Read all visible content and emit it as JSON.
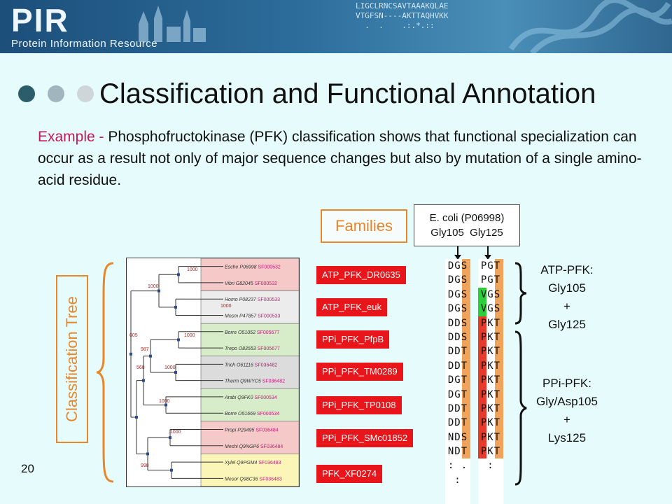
{
  "header": {
    "logo": "PIR",
    "logo_sub": "Protein Information Resource",
    "seq_lines": [
      "LIGCLRNCSAVTAAAKQLAE",
      "VTGFSN----AKTTAQHVKK",
      "  .  .    .:.*.::"
    ]
  },
  "title": "Classification and Functional Annotation",
  "intro": {
    "example_label": "Example - ",
    "text": "Phosphofructokinase (PFK) classification shows that functional specialization can occur as a result not only of major sequence changes but also by mutation of a single amino-acid residue."
  },
  "tree_label": "Classification Tree",
  "families_label": "Families",
  "ecoli": {
    "line1": "E. coli (P06998)",
    "line2": "Gly105  Gly125"
  },
  "families": [
    "ATP_PFK_DR0635",
    "ATP_PFK_euk",
    "PPi_PFK_PfpB",
    "PPi_PFK_TM0289",
    "PPi_PFK_TP0108",
    "PPi_PFK_SMc01852",
    "PFK_XF0274"
  ],
  "tree_leaves": [
    {
      "name": "Esche",
      "id": "P06998",
      "sf": "SF000532"
    },
    {
      "name": "Vibri",
      "id": "G82045",
      "sf": "SF000532"
    },
    {
      "name": "Homo",
      "id": "P08237",
      "sf": "SF000533"
    },
    {
      "name": "Mosm",
      "id": "P47857",
      "sf": "SF000533"
    },
    {
      "name": "Borre",
      "id": "O51052",
      "sf": "SF005677"
    },
    {
      "name": "Trepo",
      "id": "O83553",
      "sf": "SF005677"
    },
    {
      "name": "Trich",
      "id": "O61116",
      "sf": "SF036482"
    },
    {
      "name": "Therm",
      "id": "Q9WYC5",
      "sf": "SF036482"
    },
    {
      "name": "Arabi",
      "id": "Q9FK0",
      "sf": "SF000534"
    },
    {
      "name": "Borre",
      "id": "O51669",
      "sf": "SF000534"
    },
    {
      "name": "Propi",
      "id": "P29495",
      "sf": "SF036484"
    },
    {
      "name": "Meshi",
      "id": "Q9NGP6",
      "sf": "SF036484"
    },
    {
      "name": "Xylel",
      "id": "Q9PGM4",
      "sf": "SF036483"
    },
    {
      "name": "Mesor",
      "id": "Q98C36",
      "sf": "SF036483"
    }
  ],
  "bootstrap": [
    "1000",
    "1000",
    "1000",
    "605",
    "1000",
    "987",
    "1000",
    "568",
    "1000",
    "1000",
    "998"
  ],
  "alignment": {
    "col1": [
      "DGS",
      "DGS",
      "DGS",
      "DGS",
      "DDS",
      "DDS",
      "DDT",
      "DDT",
      "DGT",
      "DGT",
      "DDT",
      "DDT",
      "NDS",
      "NDT",
      ": . :"
    ],
    "col2": [
      "PGT",
      "PGT",
      "VGS",
      "VGS",
      "PKT",
      "PKT",
      "PKT",
      "PKT",
      "PKT",
      "PKT",
      "PKT",
      "PKT",
      "PKT",
      "PKT",
      ":"
    ]
  },
  "annotations": {
    "atp": [
      "ATP-PFK:",
      "Gly105",
      "+",
      "Gly125"
    ],
    "ppi": [
      "PPi-PFK:",
      "Gly/Asp105",
      "+",
      "Lys125"
    ]
  },
  "page_number": "20"
}
